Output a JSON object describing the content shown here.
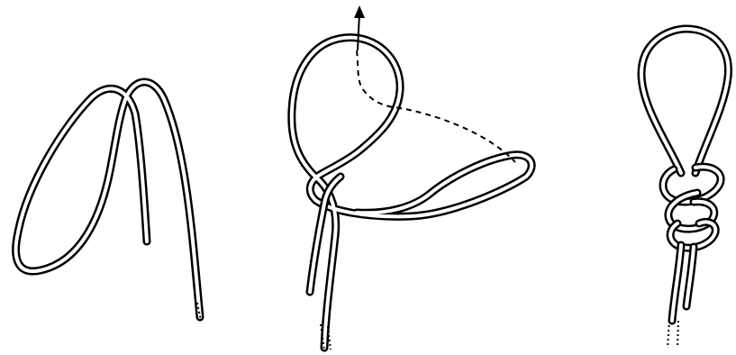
{
  "figure": {
    "steps": [
      {
        "id": "step-1"
      },
      {
        "id": "step-2"
      },
      {
        "id": "step-3"
      }
    ],
    "colors": {
      "rope_outline": "#000000",
      "rope_fill": "#ffffff",
      "background": "#ffffff",
      "guide_line": "#000000"
    },
    "icons": [
      "direction-arrow-icon"
    ]
  }
}
